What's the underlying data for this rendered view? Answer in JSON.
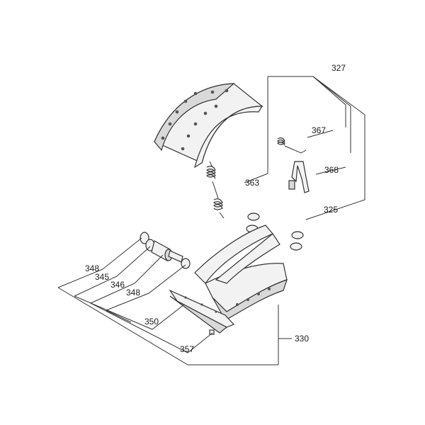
{
  "diagram": {
    "labels": {
      "l327": "327",
      "l367": "367",
      "l368": "368",
      "l363": "363",
      "l325": "325",
      "l348a": "348",
      "l345": "345",
      "l346": "346",
      "l348b": "348",
      "l350": "350",
      "l357": "357",
      "l330": "330"
    }
  },
  "colors": {
    "line": "#333333",
    "fill_light": "#f2f2f2",
    "fill_dark": "#d9d9d9"
  }
}
